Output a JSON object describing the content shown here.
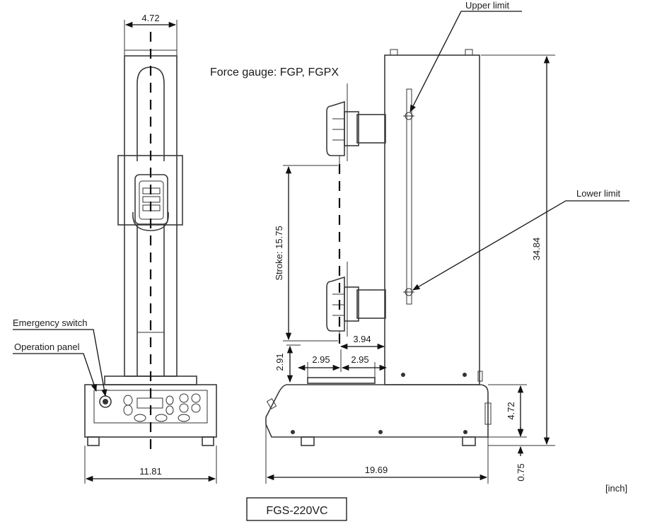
{
  "title": "Force gauge: FGP, FGPX",
  "model": "FGS-220VC",
  "unit": "[inch]",
  "callouts": {
    "upper_limit": "Upper limit",
    "lower_limit": "Lower limit",
    "emergency_switch": "Emergency switch",
    "operation_panel": "Operation panel"
  },
  "dimensions": {
    "column_width": "4.72",
    "base_width": "11.81",
    "total_height": "34.84",
    "base_height": "4.72",
    "foot_height": "0.75",
    "base_depth": "19.69",
    "stroke": "Stroke: 15.75",
    "gauge_offset": "3.94",
    "table_height": "2.91",
    "table_left": "2.95",
    "table_right": "2.95"
  }
}
